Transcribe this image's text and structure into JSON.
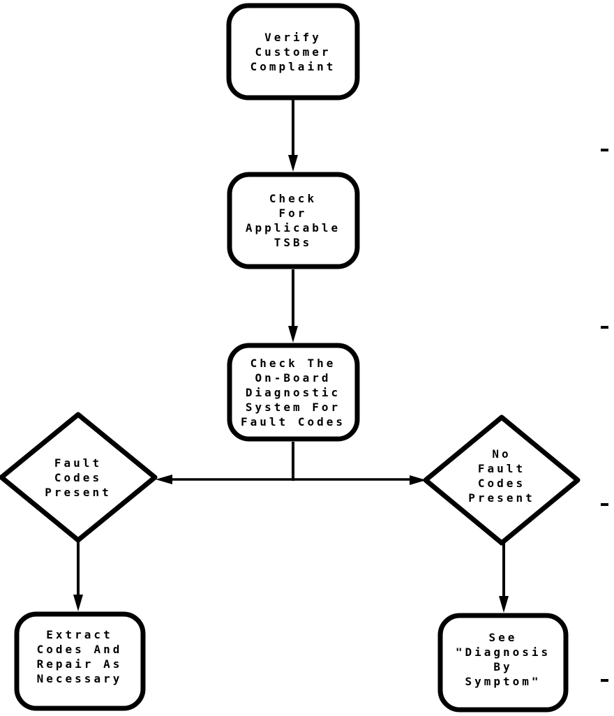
{
  "diagram": {
    "type": "flowchart",
    "colors": {
      "ink": "#000000",
      "background": "#ffffff"
    }
  },
  "nodes": {
    "verify": {
      "type": "process",
      "label": "Verify\nCustomer\nComplaint"
    },
    "tsbs": {
      "type": "process",
      "label": "Check\nFor\nApplicable\nTSBs"
    },
    "obd": {
      "type": "process",
      "label": "Check The\nOn-Board\nDiagnostic\nSystem For\nFault Codes"
    },
    "fault_codes": {
      "type": "decision",
      "label": "Fault\nCodes\nPresent"
    },
    "no_fault_codes": {
      "type": "decision",
      "label": "No\nFault\nCodes\nPresent"
    },
    "extract": {
      "type": "process",
      "label": "Extract\nCodes And\nRepair As\nNecessary"
    },
    "see_symptom": {
      "type": "process",
      "label": "See\n\"Diagnosis\nBy\nSymptom\""
    }
  },
  "connections": [
    {
      "from": "verify",
      "to": "tsbs"
    },
    {
      "from": "tsbs",
      "to": "obd"
    },
    {
      "from": "obd",
      "to": "fault_codes"
    },
    {
      "from": "obd",
      "to": "no_fault_codes"
    },
    {
      "from": "fault_codes",
      "to": "extract"
    },
    {
      "from": "no_fault_codes",
      "to": "see_symptom"
    }
  ],
  "page_edge_marks": {
    "count": 4,
    "side": "right"
  }
}
